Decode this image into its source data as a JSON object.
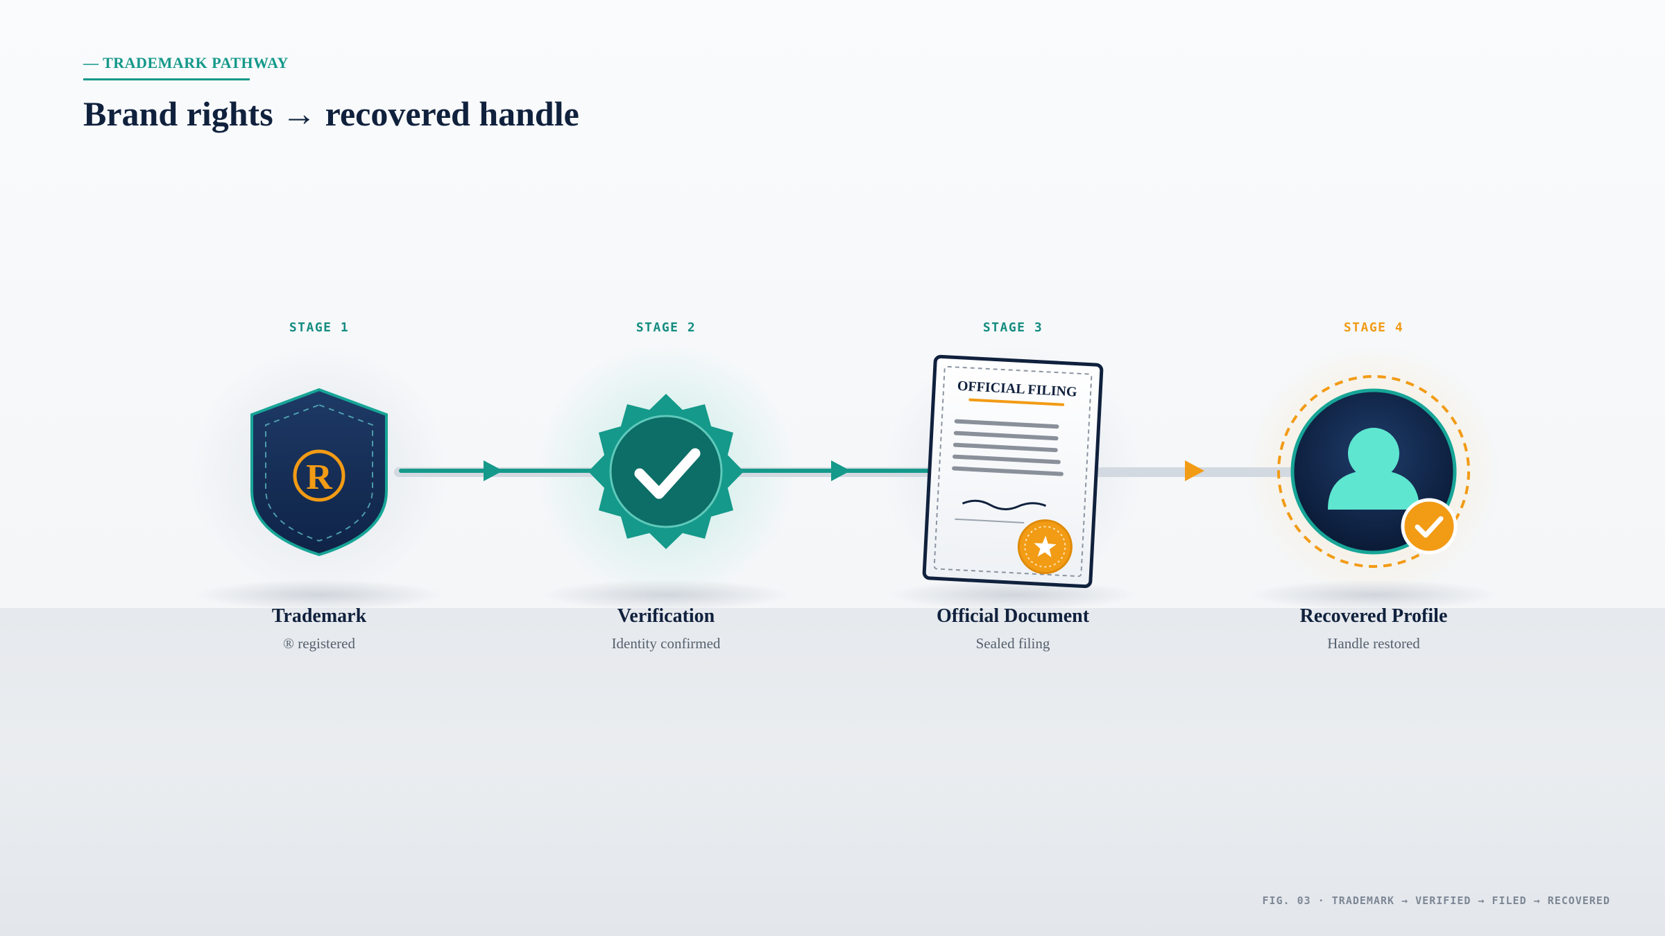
{
  "header": {
    "eyebrow": "— TRADEMARK PATHWAY",
    "title": "Brand rights → recovered handle"
  },
  "stages": [
    {
      "label": "STAGE 1",
      "name": "Trademark",
      "description": "® registered",
      "icon": "shield-registered-icon"
    },
    {
      "label": "STAGE 2",
      "name": "Verification",
      "description": "Identity confirmed",
      "icon": "verified-badge-icon"
    },
    {
      "label": "STAGE 3",
      "name": "Official Document",
      "description": "Sealed filing",
      "icon": "document-icon",
      "document_title": "OFFICIAL FILING"
    },
    {
      "label": "STAGE 4",
      "name": "Recovered Profile",
      "description": "Handle restored",
      "icon": "profile-avatar-icon"
    }
  ],
  "shield_mark": "R",
  "caption": "FIG. 03 · TRADEMARK → VERIFIED → FILED → RECOVERED",
  "colors": {
    "navy": "#10213d",
    "teal": "#14998a",
    "amber": "#f29b15",
    "mint": "#5ee6d0"
  }
}
